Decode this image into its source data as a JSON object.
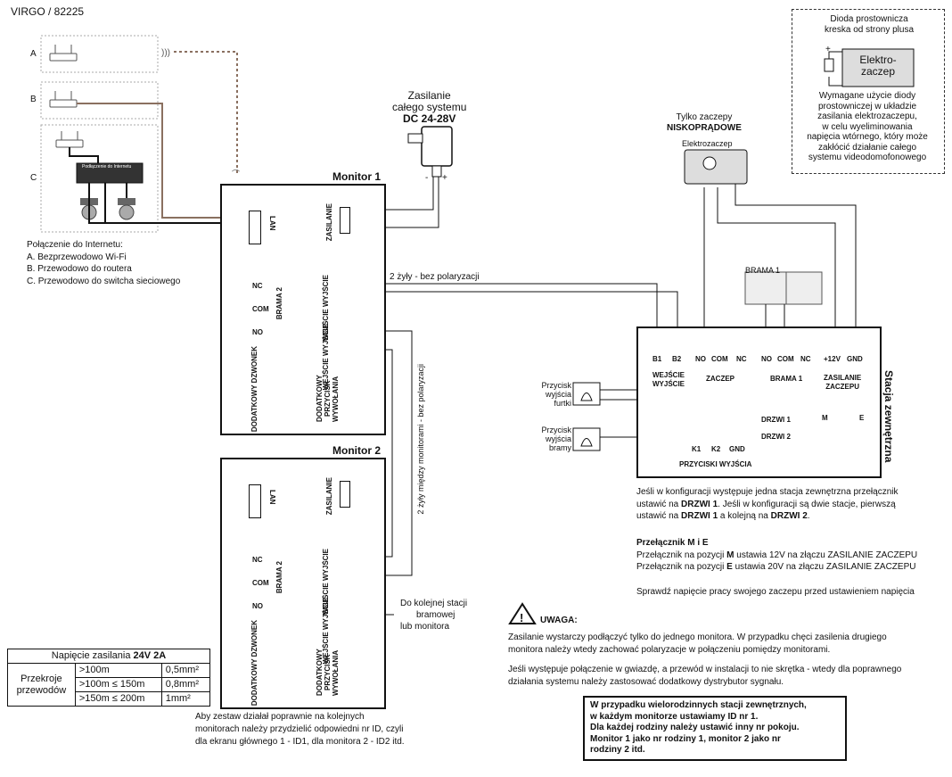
{
  "header": {
    "model": "VIRGO / 82225"
  },
  "options": {
    "a": "A",
    "b": "B",
    "c": "C"
  },
  "switch_label": "Podłączenie do Internetu",
  "internet": {
    "title": "Połączenie do Internetu:",
    "a": "A. Bezprzewodowo Wi-Fi",
    "b": "B. Przewodowo do routera",
    "c": "C. Przewodowo do switcha sieciowego"
  },
  "power": {
    "l1": "Zasilanie",
    "l2": "całego systemu",
    "l3": "DC 24-28V",
    "minus": "-",
    "plus": "+"
  },
  "lock": {
    "only_l1": "Tylko zaczepy",
    "only_l2": "NISKOPRĄDOWE",
    "name": "Elektrozaczep"
  },
  "diode": {
    "title1": "Dioda prostownicza",
    "title2": "kreska od strony plusa",
    "plus": "+",
    "lock1": "Elektro-",
    "lock2": "zaczep",
    "d1": "Wymagane użycie diody",
    "d2": "prostowniczej w układzie",
    "d3": "zasilania elektrozaczepu,",
    "d4": "w celu wyeliminowania",
    "d5": "napięcia wtórnego, który może",
    "d6": "zakłócić działanie całego",
    "d7": "systemu videodomofonowego"
  },
  "monitor1": {
    "title": "Monitor 1",
    "lan": "LAN",
    "zasilanie": "ZASILANIE",
    "nc": "NC",
    "com": "COM",
    "no": "NO",
    "brama2": "BRAMA 2",
    "wejscie": "WEJŚCIE WYJŚCIE",
    "wejscie2": "WEJŚCIE WYJŚCIE",
    "dzwonek": "DODATKOWY DZWONEK",
    "przycisk": "DODATKOWY PRZYCISK WYWOŁANIA"
  },
  "monitor2": {
    "title": "Monitor 2",
    "lan": "LAN",
    "zasilanie": "ZASILANIE",
    "nc": "NC",
    "com": "COM",
    "no": "NO",
    "brama2": "BRAMA 2",
    "wejscie": "WEJŚCIE WYJŚCIE",
    "wejscie2": "WEJŚCIE WYJŚCIE",
    "dzwonek": "DODATKOWY DZWONEK",
    "przycisk": "DODATKOWY PRZYCISK WYWOŁANIA"
  },
  "wires": {
    "two_wire": "2 żyły - bez polaryzacji",
    "between": "2 żyły między monitorami - bez polaryzacji"
  },
  "next_station": {
    "l1": "Do kolejnej stacji",
    "l2": "bramowej",
    "l3": "lub monitora"
  },
  "station": {
    "title": "Stacja zewnętrzna",
    "b1": "B1",
    "b2": "B2",
    "wejscie1": "WEJŚCIE",
    "wejscie2": "WYJŚCIE",
    "no": "NO",
    "com": "COM",
    "nc": "NC",
    "zaczep": "ZACZEP",
    "no2": "NO",
    "com2": "COM",
    "nc2": "NC",
    "brama1": "BRAMA 1",
    "v12": "+12V",
    "gnd": "GND",
    "zas1": "ZASILANIE",
    "zas2": "ZACZEPU",
    "drzwi1": "DRZWI 1",
    "drzwi2": "DRZWI 2",
    "m": "M",
    "e": "E",
    "k1": "K1",
    "k2": "K2",
    "gnd2": "GND",
    "przyciski": "PRZYCISKI WYJŚCIA"
  },
  "gate": {
    "label": "BRAMA 1"
  },
  "buttons": {
    "furtka1": "Przycisk",
    "furtka2": "wyjścia",
    "furtka3": "furtki",
    "brama1": "Przycisk",
    "brama2": "wyjścia",
    "brama3": "bramy"
  },
  "config": {
    "l1a": "Jeśli w konfiguracji występuje jedna stacja zewnętrzna przełącznik",
    "l2a": "ustawić na ",
    "l2b": "DRZWI 1",
    "l2c": ". Jeśli w konfiguracji są dwie stacje, pierwszą",
    "l3a": "ustawić na ",
    "l3b": "DRZWI 1",
    "l3c": " a kolejną na ",
    "l3d": "DRZWI 2",
    "l3e": "."
  },
  "switch_me": {
    "title": "Przełącznik M i E",
    "l1a": "Przełącznik na pozycji ",
    "l1b": "M",
    "l1c": " ustawia 12V na złączu ZASILANIE ZACZEPU",
    "l2a": "Przełącznik na pozycji ",
    "l2b": "E",
    "l2c": " ustawia 20V na złączu ZASILANIE ZACZEPU",
    "check": "Sprawdź napięcie pracy swojego zaczepu przed ustawieniem napięcia"
  },
  "warning": {
    "title": "UWAGA:",
    "p1a": "Zasilanie wystarczy podłączyć tylko do jednego monitora. W przypadku chęci zasilenia drugiego",
    "p1b": "monitora należy wtedy zachować polaryzacje w połączeniu pomiędzy monitorami.",
    "p2a": "Jeśli występuje połączenie w gwiazdę, a przewód w instalacji to nie skrętka - wtedy dla poprawnego",
    "p2b": "działania systemu należy zastosować dodatkowy dystrybutor sygnału."
  },
  "id_note": {
    "l1": "W przypadku wielorodzinnych stacji zewnętrznych,",
    "l2": "w każdym monitorze ustawiamy ID nr 1.",
    "l3": "Dla każdej rodziny należy ustawić inny nr pokoju.",
    "l4": "Monitor 1 jako nr rodziny  1, monitor 2 jako nr",
    "l5": "rodziny 2 itd."
  },
  "id_info": {
    "l1": "Aby zestaw działał poprawnie na kolejnych",
    "l2": "monitorach należy przydzielić odpowiedni nr ID, czyli",
    "l3": "dla ekranu głównego 1 - ID1, dla monitora 2 - ID2 itd."
  },
  "power_table": {
    "title_a": "Napięcie zasilania ",
    "title_b": "24V 2A",
    "label1": "Przekroje",
    "label2": "przewodów",
    "rows": [
      {
        "len": ">100m",
        "sec": "0,5mm²"
      },
      {
        "len": ">100m ≤ 150m",
        "sec": "0,8mm²"
      },
      {
        "len": ">150m ≤ 200m",
        "sec": "1mm²"
      }
    ]
  }
}
